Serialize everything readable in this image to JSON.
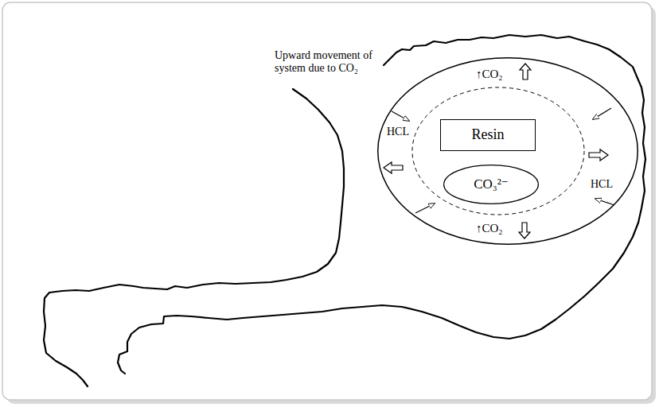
{
  "diagram": {
    "nodes": [
      {
        "text": [
          "↑CO₂",
          "HCL",
          "HCL",
          "↑CO₂"
        ]
      },
      {
        "text": [
          "Resin"
        ],
        "in": 0
      },
      {
        "text": [
          "CO₃²⁻"
        ],
        "in": 0
      }
    ],
    "labels": [
      "Upward movement of system due to CO₂"
    ]
  }
}
